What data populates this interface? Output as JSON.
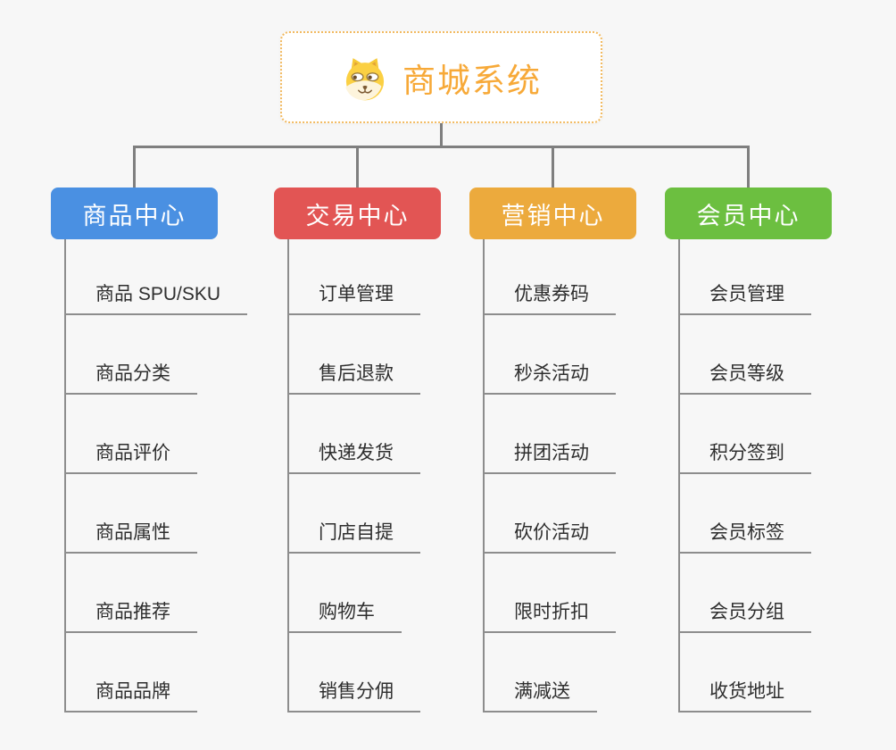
{
  "root": {
    "title": "商城系统",
    "icon": "doge-face",
    "accent_color": "#f7a938",
    "border_color": "#f2ba60"
  },
  "connector_color": "#7f7f7f",
  "child_line_color": "#8d8d8d",
  "child_text_color": "#2e2e2e",
  "branches": [
    {
      "label": "商品中心",
      "color": "#4a90e2",
      "children": [
        "商品 SPU/SKU",
        "商品分类",
        "商品评价",
        "商品属性",
        "商品推荐",
        "商品品牌"
      ]
    },
    {
      "label": "交易中心",
      "color": "#e25554",
      "children": [
        "订单管理",
        "售后退款",
        "快递发货",
        "门店自提",
        "购物车",
        "销售分佣"
      ]
    },
    {
      "label": "营销中心",
      "color": "#ecaa3d",
      "children": [
        "优惠券码",
        "秒杀活动",
        "拼团活动",
        "砍价活动",
        "限时折扣",
        "满减送"
      ]
    },
    {
      "label": "会员中心",
      "color": "#6cbf40",
      "children": [
        "会员管理",
        "会员等级",
        "积分签到",
        "会员标签",
        "会员分组",
        "收货地址"
      ]
    }
  ]
}
